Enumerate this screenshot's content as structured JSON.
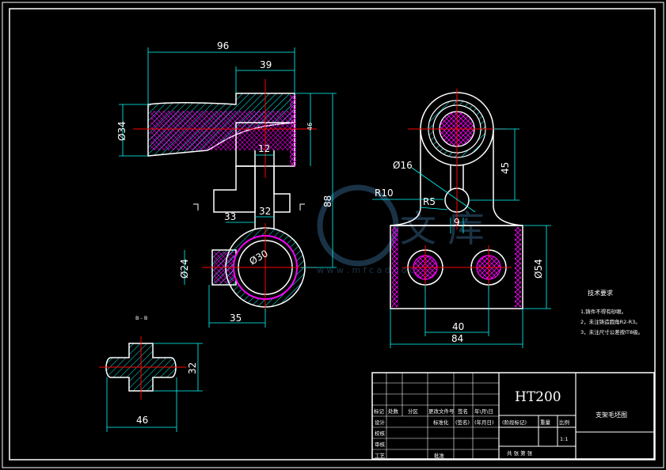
{
  "dimensions": {
    "d96": "96",
    "d39": "39",
    "d34": "Ø34",
    "d46v": "46",
    "d12": "12",
    "d88": "88",
    "d33": "33",
    "d32": "32",
    "d24": "Ø24",
    "d30": "Ø30",
    "d35": "35",
    "d16": "Ø16",
    "r10": "R10",
    "r5": "R5",
    "d9": "9",
    "d45": "45",
    "d54": "Ø54",
    "d40": "40",
    "d84": "84",
    "x32": "32",
    "x46": "46"
  },
  "section_label": "B - B",
  "tech_notes": {
    "heading": "技术要求",
    "items": [
      "1,铸件不得有砂眼。",
      "2，未注铸造圆角R2-R3。",
      "3，未注尺寸公差按IT8级。"
    ]
  },
  "title_block": {
    "material": "HT200",
    "part_name": "支架毛坯图",
    "scale": "1:1",
    "col_mark": "标记",
    "col_count": "处数",
    "col_zone": "分区",
    "col_docno": "更改文件号",
    "col_sign": "签名",
    "col_date": "年\\月\\日",
    "row_design": "设计",
    "row_check": "校核",
    "row_review": "审核",
    "row_process": "工艺",
    "standardize": "标准化",
    "sign2": "(签名)",
    "date2": "(年月日)",
    "stage_mark": "(阶段标记)",
    "weight": "重量",
    "ratio": "比例",
    "approve": "批准",
    "sheets": "共  张  第  张"
  },
  "watermark": {
    "text": "文 库",
    "subtext": "w w w . m f c a d d o c"
  },
  "colors": {
    "outline": "#ffffff",
    "dimension": "#00ffff",
    "hatch": "#00ffff",
    "fill": "#ff00ff",
    "center": "#ff0000"
  }
}
